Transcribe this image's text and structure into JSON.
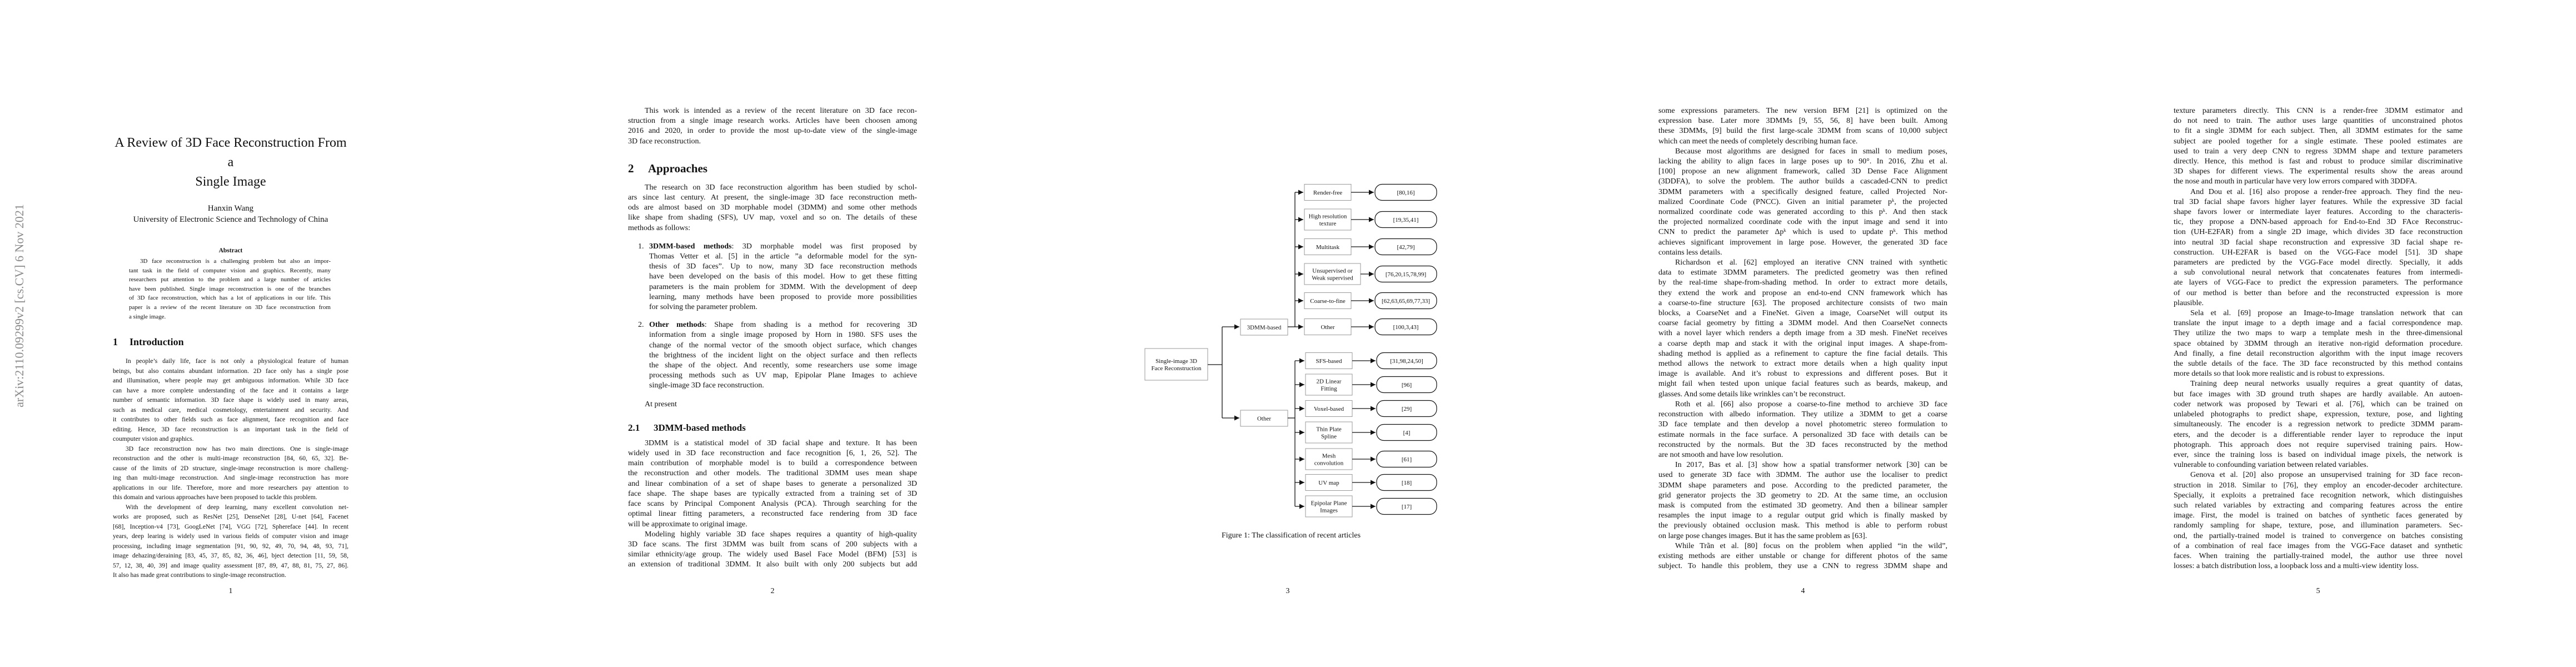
{
  "arxiv_stamp": "arXiv:2110.09299v2  [cs.CV]  6 Nov 2021",
  "pages": [
    {
      "number": "1",
      "blocks": [
        {
          "type": "title",
          "lines": [
            "A Review of 3D Face Reconstruction From a",
            "Single Image"
          ]
        },
        {
          "type": "author",
          "text": "Hanxin Wang"
        },
        {
          "type": "affiliation",
          "text": "University of Electronic Science and Technology of China"
        },
        {
          "type": "abstract-heading",
          "text": "Abstract"
        },
        {
          "type": "abstract",
          "lines": [
            "3D face reconstruction is a challenging problem but also an impor-",
            "tant task in the field of computer vision and graphics. Recently, many",
            "researchers put attention to the problem and a large number of articles",
            "have been published. Single image reconstruction is one of the branches",
            "of 3D face reconstruction, which has a lot of applications in our life. This",
            "paper is a review of the recent literature on 3D face reconstruction from",
            "a single image."
          ]
        },
        {
          "type": "heading",
          "num": "1",
          "text": "Introduction"
        },
        {
          "type": "para",
          "lines": [
            "In people’s daily life, face is not only a physiological feature of human",
            "beings, but also contains abundant information. 2D face only has a single pose",
            "and illumination, where people may get ambiguous information. While 3D face",
            "can have a more complete understanding of the face and it contains a large",
            "number of semantic information. 3D face shape is widely used in many areas,",
            "such as medical care, medical cosmetology, entertainment and security. And",
            "it contributes to other fields such as face alignment, face recognition and face",
            "editing. Hence, 3D face reconstruction is an important task in the field of",
            "coumputer vision and graphics."
          ]
        },
        {
          "type": "para",
          "lines": [
            "3D face reconstruction now has two main directions. One is single-image",
            "reconstruction and the other is multi-image reconstruction [84, 60, 65, 32]. Be-",
            "cause of the limits of 2D structure, single-image reconstruction is more challeng-",
            "ing than multi-image reconstruction. And single-image reconstruction has more",
            "applications in our life. Therefore, more and more researchers pay attention to",
            "this domain and various approaches have been proposed to tackle this problem."
          ]
        },
        {
          "type": "para",
          "lines": [
            "With the development of deep learning, many excellent convolution net-",
            "works are proposed, such as ResNet [25], DenseNet [28], U-net [64], Facenet",
            "[68], Inception-v4 [73], GoogLeNet [74], VGG [72], Sphereface [44]. In recent",
            "years, deep learing is widely used in various fields of computer vision and image",
            "processing, including image segmentation [91, 90, 92, 49, 70, 94, 48, 93, 71],",
            "image dehazing/deraining [83, 45, 37, 85, 82, 36, 46], bject detection [11, 59, 58,",
            "57, 12, 38, 40, 39] and image quality assessment [87, 89, 47, 88, 81, 75, 27, 86].",
            "It also has made great contributions to single-image reconstruction."
          ]
        }
      ]
    },
    {
      "number": "2",
      "blocks": [
        {
          "type": "para",
          "lines": [
            "This work is intended as a review of the recent literature on 3D face recon-",
            "struction from a single image research works. Articles have been choosen among",
            "2016 and 2020, in order to provide the most up-to-date view of the single-image",
            "3D face reconstruction."
          ]
        },
        {
          "type": "heading",
          "num": "2",
          "text": "Approaches"
        },
        {
          "type": "para",
          "lines": [
            "The research on 3D face reconstruction algorithm has been studied by schol-",
            "ars since last century. At present, the single-image 3D face reconstruction meth-",
            "ods are almost based on 3D morphable model (3DMM) and some other methods",
            "like shape from shading (SFS), UV map, voxel and so on. The details of these",
            "methods as follows:"
          ]
        },
        {
          "type": "list-item",
          "num": "1.",
          "label": "3DMM-based methods",
          "lines": [
            ": 3D morphable model was first proposed by",
            "Thomas Vetter et al. [5] in the article ”a deformable model for the syn-",
            "thesis of 3D faces”. Up to now, many 3D face reconstruction methods",
            "have been developed on the basis of this model. How to get these fitting",
            "parameters is the main problem for 3DMM. With the development of deep",
            "learning, many methods have been proposed to provide more possibilities",
            "for solving the parameter problem."
          ]
        },
        {
          "type": "list-item",
          "num": "2.",
          "label": "Other methods",
          "lines": [
            ": Shape from shading is a method for recovering 3D",
            "information from a single image proposed by Horn in 1980. SFS uses the",
            "change of the normal vector of the smooth object surface, which changes",
            "the brightness of the incident light on the object surface and then reflects",
            "the shape of the object. And recently, some researchers use some image",
            "processing methods such as UV map, Epipolar Plane Images to achieve",
            "single-image 3D face reconstruction."
          ]
        },
        {
          "type": "plain",
          "text": "At present"
        },
        {
          "type": "subheading",
          "num": "2.1",
          "text": "3DMM-based methods"
        },
        {
          "type": "para",
          "lines": [
            "3DMM is a statistical model of 3D facial shape and texture. It has been",
            "widely used in 3D face reconstruction and face recognition [6, 1, 26, 52]. The",
            "main contribution of morphable model is to build a correspondence between",
            "the reconstruction and other models. The traditional 3DMM uses mean shape",
            "and linear combination of a set of shape bases to generate a personalized 3D",
            "face shape. The shape bases are typically extracted from a training set of 3D",
            "face scans by Principal Component Analysis (PCA). Through searching for the",
            "optimal linear fitting parameters, a reconstructed face rendering from 3D face",
            "will be approximate to original image."
          ]
        },
        {
          "type": "para",
          "cont": true,
          "lines": [
            "Modeling highly variable 3D face shapes requires a quantity of high-quality",
            "3D face scans. The first 3DMM was built from scans of 200 subjects with a",
            "similar ethnicity/age group. The widely used Basel Face Model (BFM) [53] is",
            "an extension of traditional 3DMM. It also built with only 200 subjects but add"
          ]
        }
      ]
    },
    {
      "number": "3",
      "blocks": []
    },
    {
      "number": "4",
      "blocks": [
        {
          "type": "para",
          "noindent": true,
          "lines": [
            "some expressions parameters. The new version BFM [21] is optimized on the",
            "expression base. Later more 3DMMs [9, 55, 56, 8] have been built. Among",
            "these 3DMMs, [9] build the first large-scale 3DMM from scans of 10,000 subject",
            "which can meet the needs of completely describing human face."
          ]
        },
        {
          "type": "para",
          "lines": [
            "Because most algorithms are designed for faces in small to medium poses,",
            "lacking the ability to align faces in large poses up to 90°. In 2016, Zhu et al.",
            "[100] propose an new alignment framework, called 3D Dense Face Alignment",
            "(3DDFA), to solve the problem. The author builds a cascaded-CNN to predict",
            "3DMM parameters with a specifically designed feature, called Projected Nor-",
            "malized Coordinate Code (PNCC). Given an initial parameter pᵏ, the projected",
            "normalized coordinate code was generated according to this pᵏ. And then stack",
            "the projected normalized coordinate code with the input image and send it into",
            "CNN to predict the parameter Δpᵏ which is used to update pᵏ. This method",
            "achieves significant improvement in large pose. However, the generated 3D face",
            "contains less details."
          ]
        },
        {
          "type": "para",
          "lines": [
            "Richardson et al. [62] employed an iterative CNN trained with synthetic",
            "data to estimate 3DMM parameters. The predicted geometry was then refined",
            "by the real-time shape-from-shading method. In order to extract more details,",
            "they extend the work and propose an end-to-end CNN framework which has",
            "a coarse-to-fine structure [63]. The proposed architecture consists of two main",
            "blocks, a CoarseNet and a FineNet. Given a image, CoarseNet will output its",
            "coarse facial geometry by fitting a 3DMM model. And then CoarseNet connects",
            "with a novel layer which renders a depth image from a 3D mesh. FineNet receives",
            "a coarse depth map and stack it with the original input images. A shape-from-",
            "shading method is applied as a refinement to capture the fine facial details. This",
            "method allows the network to extract more details when a high quality input",
            "image is available. And it’s robust to expressions and different poses. But it",
            "might fail when tested upon unique facial features such as beards, makeup, and",
            "glasses. And some details like wrinkles can’t be reconstruct."
          ]
        },
        {
          "type": "para",
          "lines": [
            "Roth et al. [66] also propose a coarse-to-fine method to archieve 3D face",
            "reconstruction with albedo information. They utilize a 3DMM to get a coarse",
            "3D face template and then develop a novel photometric stereo formulation to",
            "estimate normals in the face surface. A personalized 3D face with details can be",
            "reconstructed by the normals. But the 3D faces reconstructed by the method",
            "are not smooth and have low resolution."
          ]
        },
        {
          "type": "para",
          "lines": [
            "In 2017, Bas et al. [3] show how a spatial transformer network [30] can be",
            "used to generate 3D face with 3DMM. The author use the localiser to predict",
            "3DMM shape parameters and pose. According to the predicted parameter, the",
            "grid generator projects the 3D geometry to 2D. At the same time, an occlusion",
            "mask is computed from the estimated 3D geometry. And then a bilinear sampler",
            "resamples the input image to a regular output grid which is finally masked by",
            "the previously obtained occlusion mask. This method is able to perform robust",
            "on large pose changes images. But it has the same problem as [63]."
          ]
        },
        {
          "type": "para",
          "cont": true,
          "lines": [
            "While Trãn et al. [80] focus on the problem when applied “in the wild”,",
            "existing methods are either unstable or change for different photos of the same",
            "subject. To handle this problem, they use a CNN to regress 3DMM shape and"
          ]
        }
      ]
    },
    {
      "number": "5",
      "blocks": [
        {
          "type": "para",
          "noindent": true,
          "lines": [
            "texture parameters directly. This CNN is a render-free 3DMM estimator and",
            "do not need to train. The author uses large quantities of unconstrained photos",
            "to fit a single 3DMM for each subject. Then, all 3DMM estimates for the same",
            "subject are pooled together for a single estimate. These pooled estimates are",
            "used to train a very deep CNN to regress 3DMM shape and texture parameters",
            "directly. Hence, this method is fast and robust to produce similar discriminative",
            "3D shapes for different views. The experimental results show the areas around",
            "the nose and mouth in particular have very low errors compared with 3DDFA."
          ]
        },
        {
          "type": "para",
          "lines": [
            "And Dou et al. [16] also propose a render-free approach. They find the neu-",
            "tral 3D facial shape favors higher layer features. While the expressive 3D facial",
            "shape favors lower or intermediate layer features. According to the characteris-",
            "tic, they propose a DNN-based approach for End-to-End 3D FAce Reconstruc-",
            "tion (UH-E2FAR) from a single 2D image, which divides 3D face reconstruction",
            "into neutral 3D facial shape reconstruction and expressive 3D facial shape re-",
            "construction. UH-E2FAR is based on the VGG-Face model [51]. 3D shape",
            "parameters are predicted by the VGG-Face model directly. Specially, it adds",
            "a sub convolutional neural network that concatenates features from intermedi-",
            "ate layers of VGG-Face to predict the expression parameters. The performance",
            "of our method is better than before and the reconstructed expression is more",
            "plausible."
          ]
        },
        {
          "type": "para",
          "lines": [
            "Sela et al. [69] propose an Image-to-Image translation network that can",
            "translate the input image to a depth image and a facial correspondence map.",
            "They utilize the two maps to warp a template mesh in the three-dimensional",
            "space obtained by 3DMM through an iterative non-rigid deformation procedure.",
            "And finally, a fine detail reconstruction algorithm with the input image recovers",
            "the subtle details of the face. The 3D face reconstructed by this method contains",
            "more details so that look more realistic and is robust to expressions."
          ]
        },
        {
          "type": "para",
          "lines": [
            "Training deep neural networks usually requires a great quantity of datas,",
            "but face images with 3D ground truth shapes are hardly available. An autoen-",
            "coder network was proposed by Tewari et al. [76], which can be trained on",
            "unlabeled photographs to predict shape, expression, texture, pose, and lighting",
            "simultaneously. The encoder is a regression network to predicte 3DMM param-",
            "eters, and the decoder is a differentiable render layer to reproduce the input",
            "photograph. This approach does not require supervised training pairs. How-",
            "ever, since the training loss is based on individual image pixels, the network is",
            "vulnerable to confounding variation between related variables."
          ]
        },
        {
          "type": "para",
          "lines": [
            "Genova et al. [20] also propose an unsupervised training for 3D face recon-",
            "struction in 2018. Similar to [76], they employ an encoder-decoder architecture.",
            "Specially, it exploits a pretrained face recognition network, which distinguishes",
            "such related variables by extracting and comparing features across the entire",
            "image. First, the model is trained on batches of synthetic faces generated by",
            "randomly sampling for shape, texture, pose, and illumination parameters. Sec-",
            "ond, the partially-trained model is trained to convergence on batches consisting",
            "of a combination of real face images from the VGG-Face dataset and synthetic",
            "faces. When training the partially-trained model, the author use three novel",
            "losses: a batch distribution loss, a loopback loss and a multi-view identity loss."
          ]
        }
      ]
    }
  ],
  "figure": {
    "caption": "Figure 1: The classification of recent articles",
    "root": [
      "Single-image 3D",
      "Face Reconstruction"
    ],
    "branches": [
      {
        "label": "3DMM-based",
        "children": [
          {
            "label": [
              "Render-free"
            ],
            "refs": "[80,16]"
          },
          {
            "label": [
              "High resolution",
              "texture"
            ],
            "refs": "[19,35,41]"
          },
          {
            "label": [
              "Multitask"
            ],
            "refs": "[42,79]"
          },
          {
            "label": [
              "Unsupervised or",
              "Weak supervised"
            ],
            "refs": "[76,20,15,78,99]"
          },
          {
            "label": [
              "Coarse-to-fine"
            ],
            "refs": "[62,63,65,69,77,33]"
          },
          {
            "label": [
              "Other"
            ],
            "refs": "[100,3,43]"
          }
        ]
      },
      {
        "label": "Other",
        "children": [
          {
            "label": [
              "SFS-based"
            ],
            "refs": "[31,98,24,50]"
          },
          {
            "label": [
              "2D Linear",
              "Fitting"
            ],
            "refs": "[96]"
          },
          {
            "label": [
              "Voxel-based"
            ],
            "refs": "[29]"
          },
          {
            "label": [
              "Thin Plate",
              "Spline"
            ],
            "refs": "[4]"
          },
          {
            "label": [
              "Mesh",
              "convolution"
            ],
            "refs": "[61]"
          },
          {
            "label": [
              "UV map"
            ],
            "refs": "[18]"
          },
          {
            "label": [
              "Epipolar Plane",
              "Images"
            ],
            "refs": "[17]"
          }
        ]
      }
    ]
  }
}
